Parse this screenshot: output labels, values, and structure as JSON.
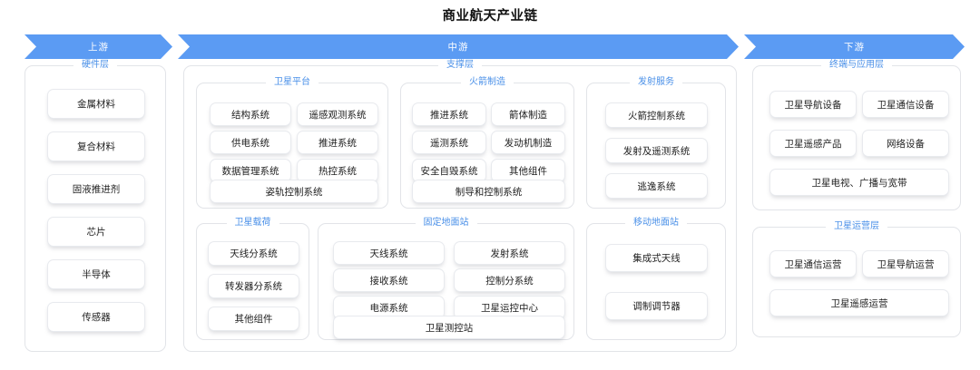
{
  "title": "商业航天产业链",
  "theme": {
    "chevron_fill": "#5b9bf3",
    "chevron_text": "#ffffff",
    "legend_text": "#4a90e8",
    "chip_bg": "#ffffff",
    "border": "#e2e4e8"
  },
  "chevrons": [
    {
      "label": "上游"
    },
    {
      "label": "中游"
    },
    {
      "label": "下游"
    }
  ],
  "groups": {
    "hardware": {
      "legend": "硬件层",
      "items": [
        "金属材料",
        "复合材料",
        "固液推进剂",
        "芯片",
        "半导体",
        "传感器"
      ]
    },
    "support": {
      "legend": "支撑层"
    },
    "satellite_platform": {
      "legend": "卫星平台",
      "items": [
        "结构系统",
        "遥感观测系统",
        "供电系统",
        "推进系统",
        "数据管理系统",
        "热控系统",
        "姿轨控制系统"
      ]
    },
    "rocket_manufacturing": {
      "legend": "火箭制造",
      "items": [
        "推进系统",
        "箭体制造",
        "遥测系统",
        "发动机制造",
        "安全自毁系统",
        "其他组件",
        "制导和控制系统"
      ]
    },
    "launch_service": {
      "legend": "发射服务",
      "items": [
        "火箭控制系统",
        "发射及遥测系统",
        "逃逸系统"
      ]
    },
    "satellite_payload": {
      "legend": "卫星载荷",
      "items": [
        "天线分系统",
        "转发器分系统",
        "其他组件"
      ]
    },
    "fixed_ground_station": {
      "legend": "固定地面站",
      "items": [
        "天线系统",
        "发射系统",
        "接收系统",
        "控制分系统",
        "电源系统",
        "卫星运控中心",
        "卫星测控站"
      ]
    },
    "mobile_ground_station": {
      "legend": "移动地面站",
      "items": [
        "集成式天线",
        "调制调节器"
      ]
    },
    "terminal_application": {
      "legend": "终端与应用层",
      "items": [
        "卫星导航设备",
        "卫星通信设备",
        "卫星遥感产品",
        "网络设备",
        "卫星电视、广播与宽带"
      ]
    },
    "satellite_operation": {
      "legend": "卫星运营层",
      "items": [
        "卫星通信运营",
        "卫星导航运营",
        "卫星遥感运营"
      ]
    }
  }
}
